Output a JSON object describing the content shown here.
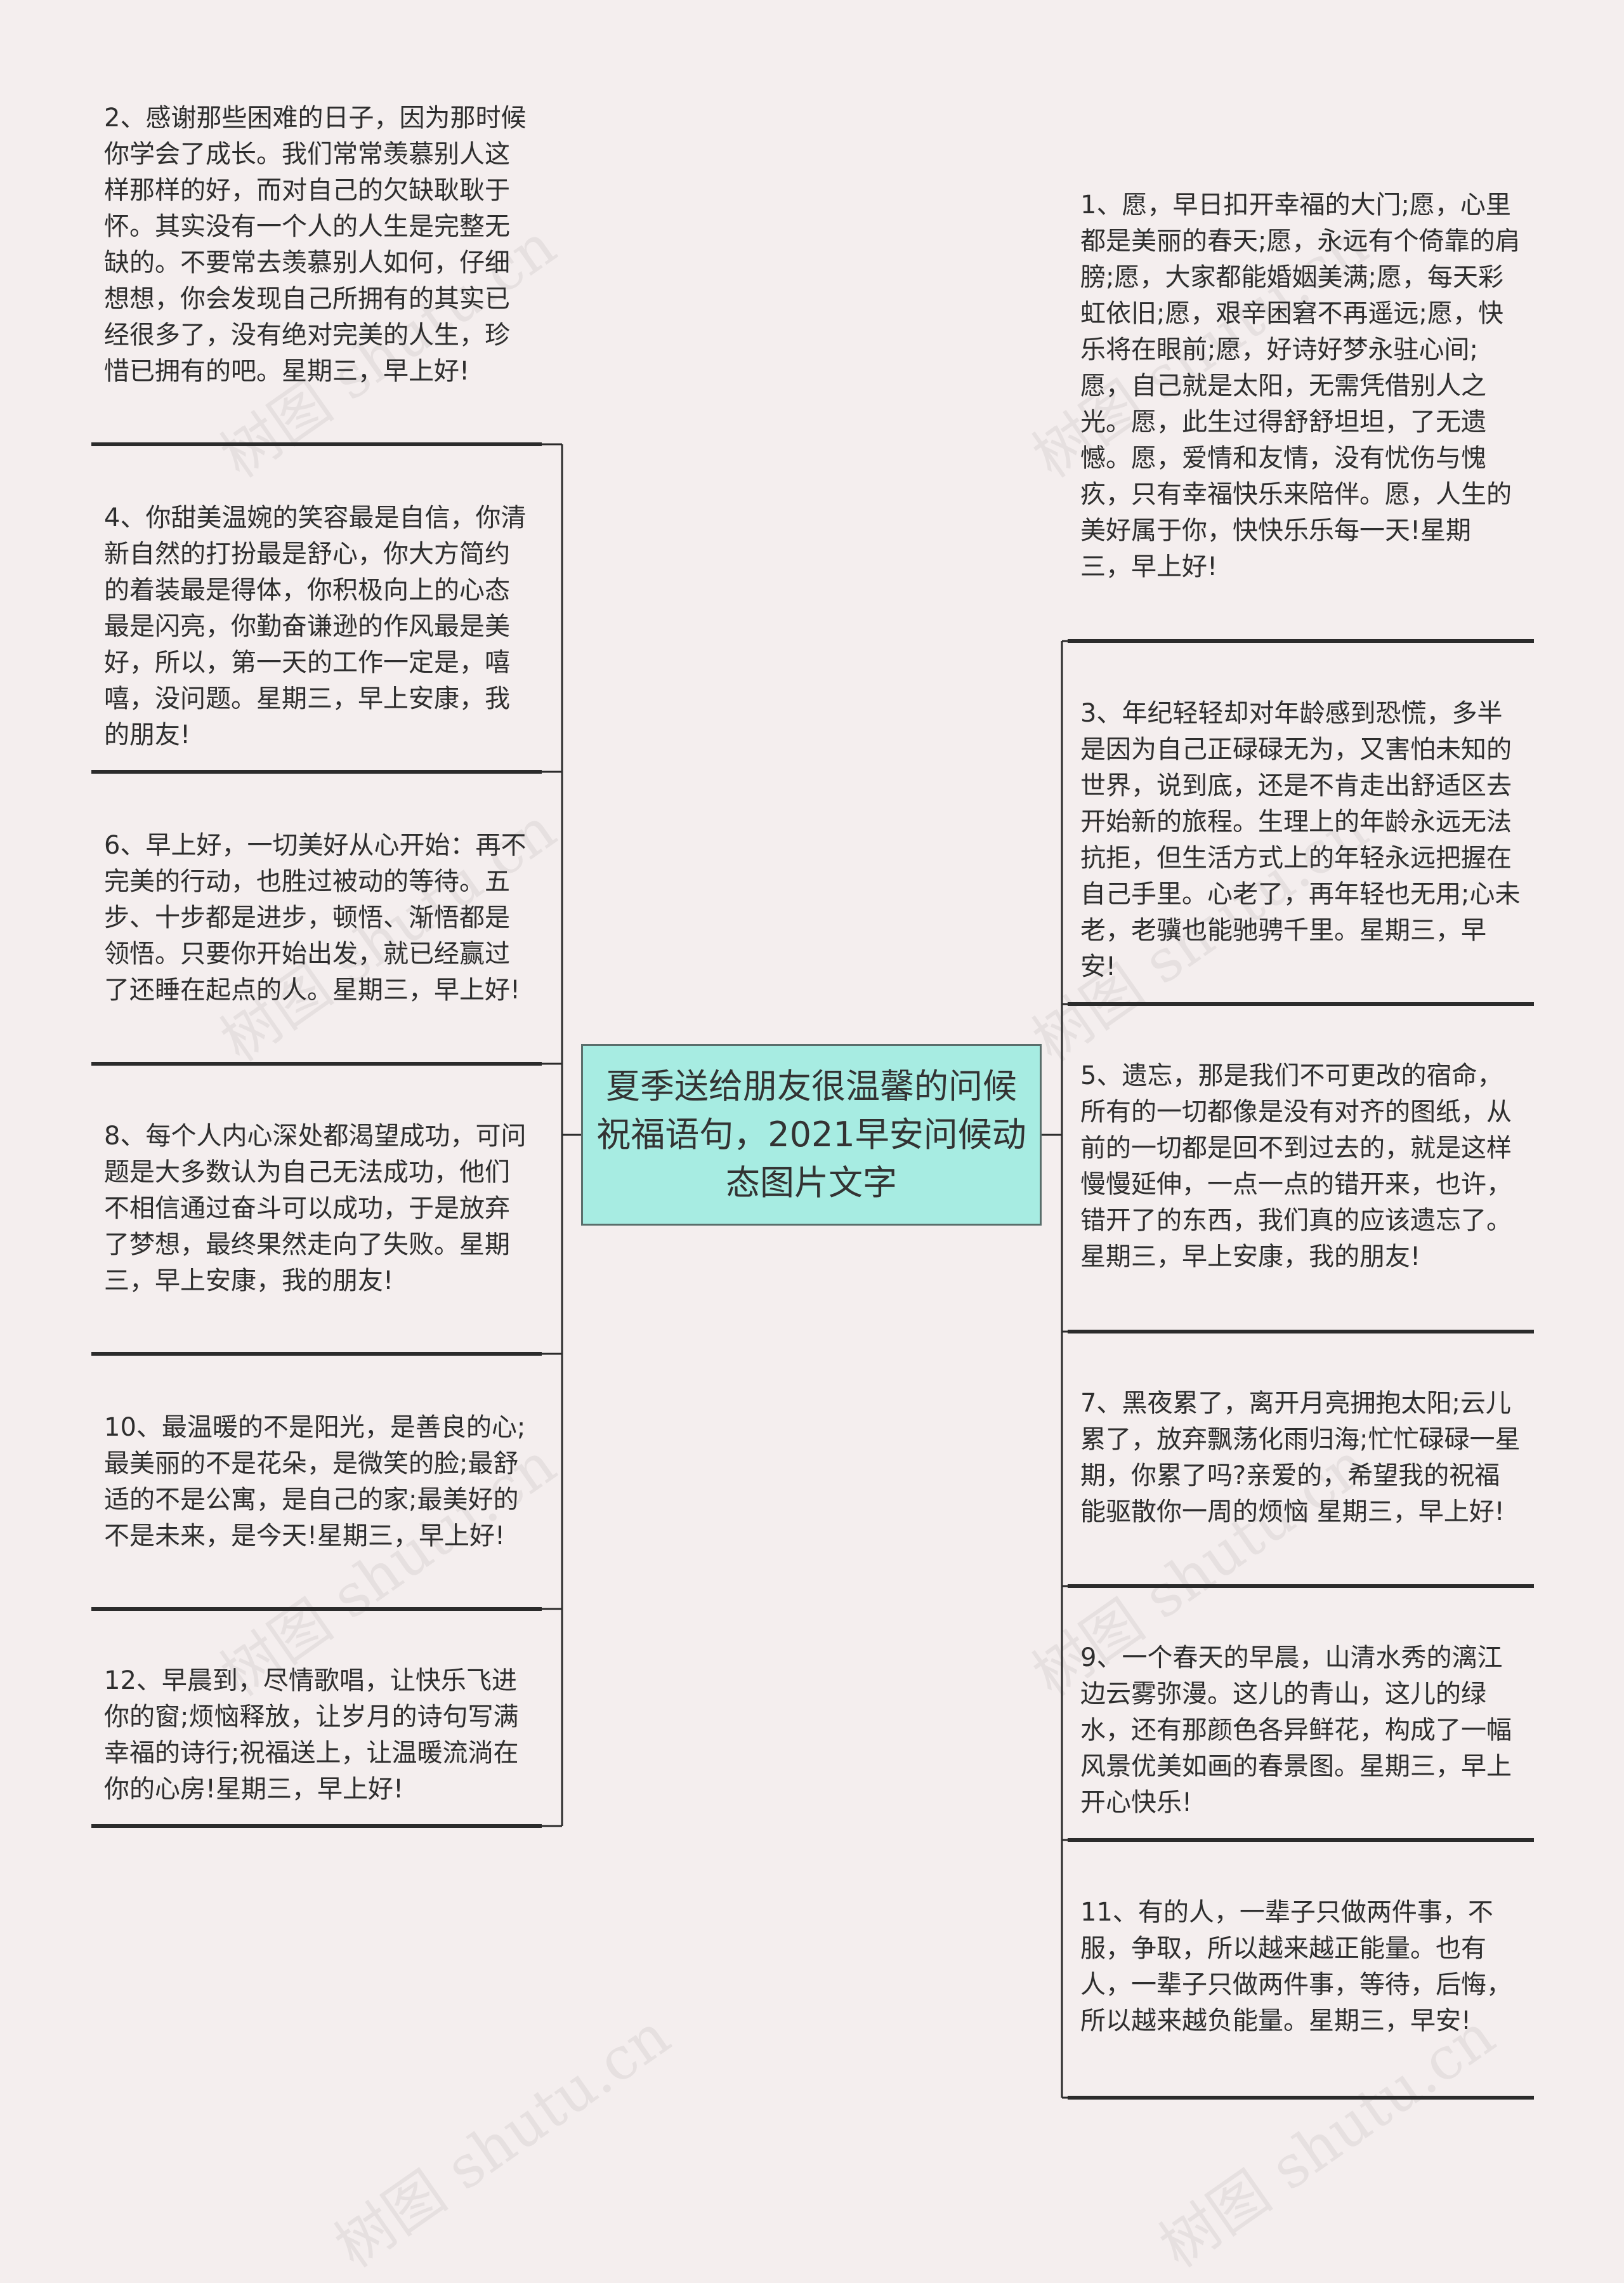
{
  "center": {
    "title": "夏季送给朋友很温馨的问候祝福语句，2021早安问候动态图片文字"
  },
  "left_nodes": [
    "2、感谢那些困难的日子，因为那时候你学会了成长。我们常常羡慕别人这样那样的好，而对自己的欠缺耿耿于怀。其实没有一个人的人生是完整无缺的。不要常去羡慕别人如何，仔细想想，你会发现自己所拥有的其实已经很多了，没有绝对完美的人生，珍惜已拥有的吧。星期三，早上好!",
    "4、你甜美温婉的笑容最是自信，你清新自然的打扮最是舒心，你大方简约的着装最是得体，你积极向上的心态最是闪亮，你勤奋谦逊的作风最是美好，所以，第一天的工作一定是，嘻嘻，没问题。星期三，早上安康，我的朋友!",
    "6、早上好，一切美好从心开始：再不完美的行动，也胜过被动的等待。五步、十步都是进步，顿悟、渐悟都是领悟。只要你开始出发，就已经赢过了还睡在起点的人。星期三，早上好!",
    "8、每个人内心深处都渴望成功，可问题是大多数认为自己无法成功，他们不相信通过奋斗可以成功，于是放弃了梦想，最终果然走向了失败。星期三，早上安康，我的朋友!",
    "10、最温暖的不是阳光，是善良的心;最美丽的不是花朵，是微笑的脸;最舒适的不是公寓，是自己的家;最美好的不是未来，是今天!星期三，早上好!",
    "12、早晨到，尽情歌唱，让快乐飞进你的窗;烦恼释放，让岁月的诗句写满幸福的诗行;祝福送上，让温暖流淌在你的心房!星期三，早上好!"
  ],
  "right_nodes": [
    "1、愿，早日扣开幸福的大门;愿，心里都是美丽的春天;愿，永远有个倚靠的肩膀;愿，大家都能婚姻美满;愿，每天彩虹依旧;愿，艰辛困窘不再遥远;愿，快乐将在眼前;愿，好诗好梦永驻心间;愿，自己就是太阳，无需凭借别人之光。愿，此生过得舒舒坦坦，了无遗憾。愿，爱情和友情，没有忧伤与愧疚，只有幸福快乐来陪伴。愿，人生的美好属于你，快快乐乐每一天!星期三，早上好!",
    "3、年纪轻轻却对年龄感到恐慌，多半是因为自己正碌碌无为，又害怕未知的世界，说到底，还是不肯走出舒适区去开始新的旅程。生理上的年龄永远无法抗拒，但生活方式上的年轻永远把握在自己手里。心老了，再年轻也无用;心未老，老骥也能驰骋千里。星期三，早安!",
    "5、遗忘，那是我们不可更改的宿命，所有的一切都像是没有对齐的图纸，从前的一切都是回不到过去的，就是这样慢慢延伸，一点一点的错开来，也许，错开了的东西，我们真的应该遗忘了。星期三，早上安康，我的朋友!",
    "7、黑夜累了，离开月亮拥抱太阳;云儿累了，放弃飘荡化雨归海;忙忙碌碌一星期，你累了吗?亲爱的，希望我的祝福能驱散你一周的烦恼 星期三，早上好!",
    "9、一个春天的早晨，山清水秀的漓江边云雾弥漫。这儿的青山，这儿的绿水，还有那颜色各异鲜花，构成了一幅风景优美如画的春景图。星期三，早上开心快乐!",
    "11、有的人，一辈子只做两件事，不服，争取，所以越来越正能量。也有人，一辈子只做两件事，等待，后悔，所以越来越负能量。星期三，早安!"
  ],
  "watermark": "树图 shutu.cn",
  "colors": {
    "background": "#f4eeee",
    "center_fill": "#a7ece2",
    "line": "#2b2b2b",
    "text": "#2e2e2e"
  }
}
